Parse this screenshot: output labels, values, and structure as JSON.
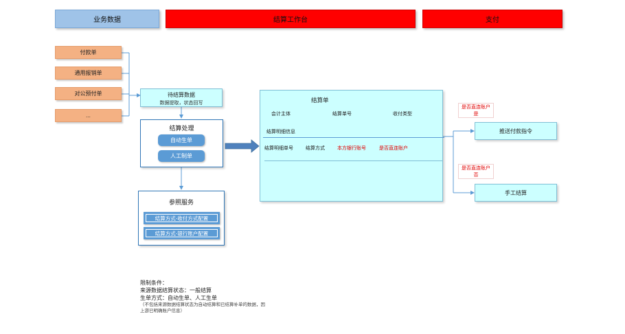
{
  "headers": {
    "business_data": "业务数据",
    "workbench": "结算工作台",
    "right": "支付"
  },
  "sources": [
    "付款单",
    "通用报销单",
    "对公预付单",
    "..."
  ],
  "pending": {
    "title": "待结算数据",
    "subtitle": "数据提取，状态回写"
  },
  "processing": {
    "title": "结算处理",
    "auto": "自动生单",
    "manual": "人工制单"
  },
  "reference": {
    "title": "参照服务",
    "items": [
      "结算方式-收付方式配置",
      "结算方式-银行账户配置"
    ]
  },
  "settlement": {
    "title": "结算单",
    "fields": [
      "会计主体",
      "结算单号",
      "收付类型"
    ],
    "detail_label": "结算明细信息",
    "detail_fields": [
      {
        "label": "结算明细单号",
        "red": false
      },
      {
        "label": "结算方式",
        "red": false
      },
      {
        "label": "本方银行账号",
        "red": true
      },
      {
        "label": "是否直连账户",
        "red": true
      }
    ]
  },
  "branches": {
    "yes_label_line1": "是否直连账户",
    "yes_label_line2": "是",
    "no_label_line1": "是否直连账户",
    "no_label_line2": "否",
    "push": "推送付款指令",
    "manual_settle": "手工结算"
  },
  "notes": {
    "title": "限制条件：",
    "line1": "来源数据结算状态：一般结算",
    "line2": "生单方式：自动生单、人工生单",
    "line3": "（不包括来源数据结算状态为自动结算和已结算补单的数据，因",
    "line4": "上游已明确账户信息）"
  },
  "colors": {
    "header_blue": "#9fc3e8",
    "header_red": "#ff0000",
    "source_orange": "#f4b183",
    "cyan": "#ccffff",
    "button_blue": "#5b9bd5",
    "line_blue": "#5b9bd5"
  }
}
